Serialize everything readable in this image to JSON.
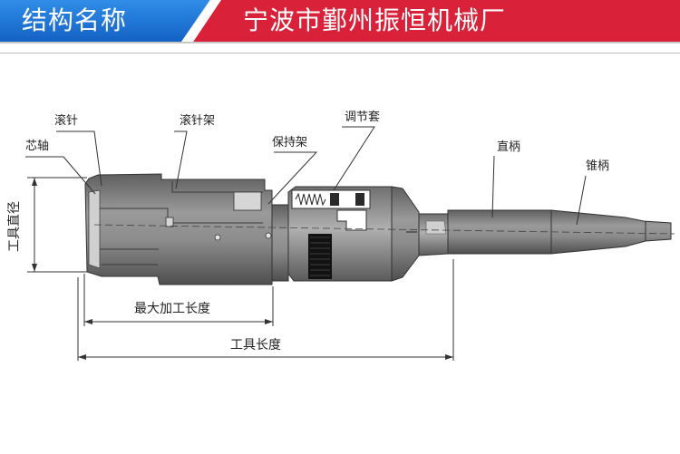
{
  "header": {
    "section_title": "结构名称",
    "company_name": "宁波市鄞州振恒机械厂",
    "left_color": "#1f73d6",
    "right_color": "#d9223a"
  },
  "diagram": {
    "labels": {
      "roller_needle": "滚针",
      "roller_cage": "滚针架",
      "adjust_sleeve": "调节套",
      "retainer": "保持架",
      "mandrel": "芯轴",
      "straight_shank": "直柄",
      "taper_shank": "锥柄"
    },
    "dimensions": {
      "tool_diameter": "工具直径",
      "max_length": "最大加工长度",
      "tool_length": "工具长度"
    }
  }
}
